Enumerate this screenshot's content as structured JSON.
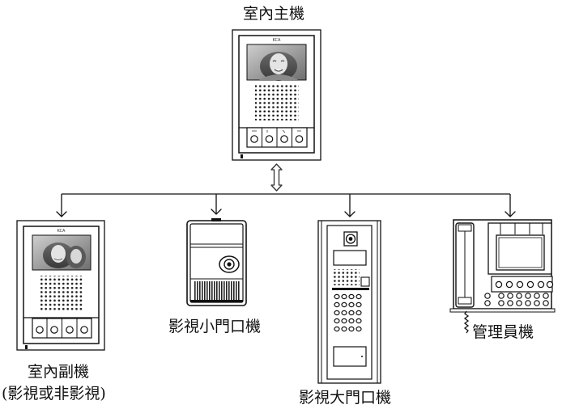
{
  "labels": {
    "main_unit": "室內主機",
    "sub_unit": "室內副機",
    "sub_unit_note": "(影視或非影視)",
    "small_door": "影視小門口機",
    "large_door": "影視大門口機",
    "manager": "管理員機"
  },
  "brand": {
    "main_logo": "KCA",
    "sub_logo": "KCA"
  },
  "icons": {
    "connection": "double-arrow-icon",
    "flow": "arrow-down-icon"
  }
}
